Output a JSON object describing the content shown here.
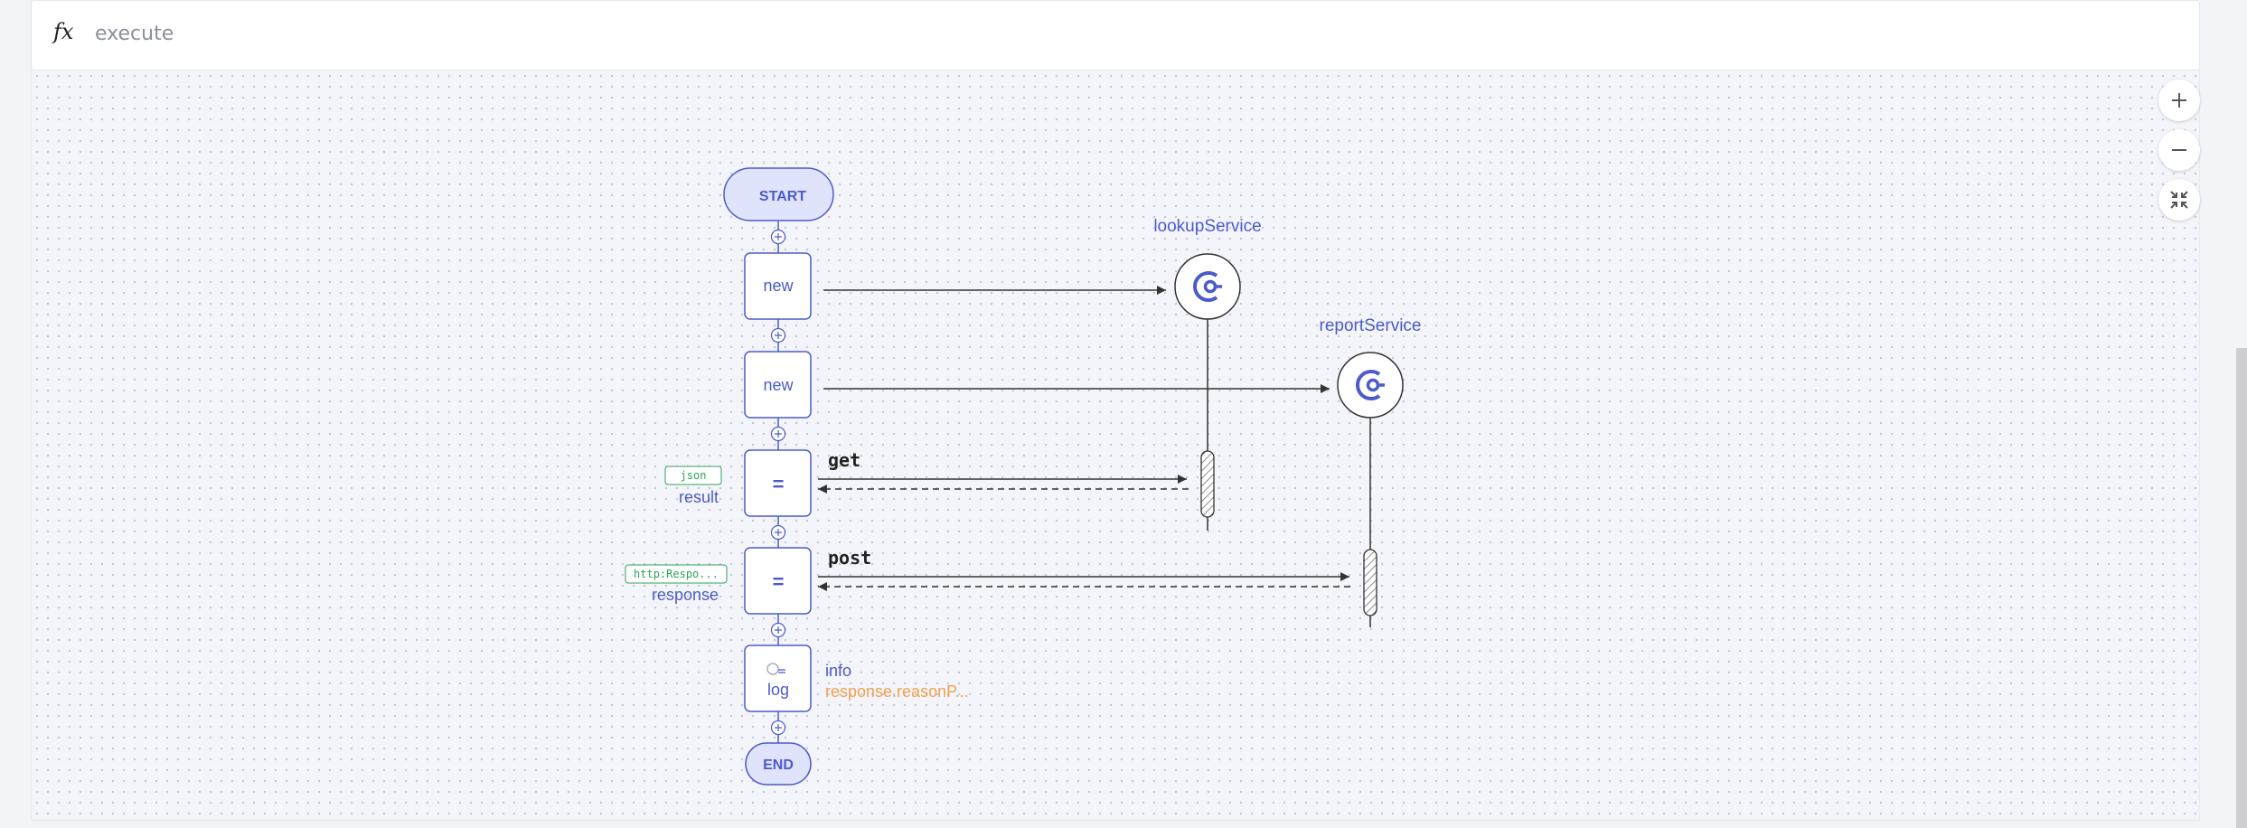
{
  "header": {
    "fx_symbol": "fx",
    "function_name": "execute"
  },
  "zoom_controls": {
    "zoom_in_icon": "plus-icon",
    "zoom_out_icon": "minus-icon",
    "fit_icon": "compress-icon"
  },
  "colors": {
    "accent": "#4b5bc8",
    "node_fill": "#dfe3fb",
    "type_tag": "#2fa35a",
    "expression": "#f0a050",
    "line": "#333333"
  },
  "diagram": {
    "start_label": "START",
    "end_label": "END",
    "nodes": [
      {
        "label": "new"
      },
      {
        "label": "new"
      },
      {
        "label": "=",
        "type_tag": "json",
        "var_name": "result",
        "action": "get"
      },
      {
        "label": "=",
        "type_tag": "http:Respo...",
        "var_name": "response",
        "action": "post"
      },
      {
        "label": "log",
        "log_level": "info",
        "log_expr": "response.reasonP...",
        "icon": "log-icon"
      }
    ],
    "participants": [
      {
        "name": "lookupService",
        "icon": "connector-icon"
      },
      {
        "name": "reportService",
        "icon": "connector-icon"
      }
    ],
    "add_icon": "plus-circle-icon"
  }
}
